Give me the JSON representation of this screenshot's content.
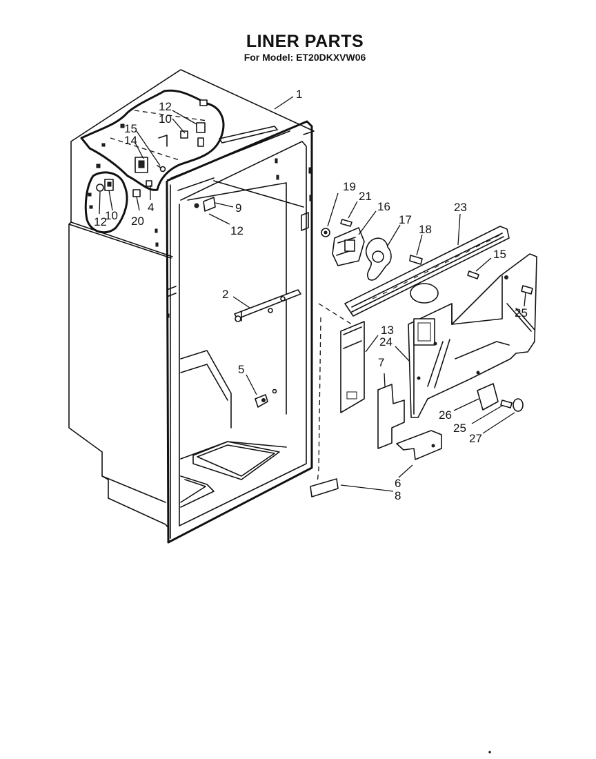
{
  "header": {
    "title": "LINER PARTS",
    "subtitle": "For Model: ET20DKXVW06"
  },
  "callouts": {
    "c1": "1",
    "c12a": "12",
    "c10a": "10",
    "c15a": "15",
    "c14": "14",
    "c4": "4",
    "c12b": "12",
    "c10b": "10",
    "c20": "20",
    "c9": "9",
    "c12c": "12",
    "c2": "2",
    "c5": "5",
    "c19": "19",
    "c21": "21",
    "c16": "16",
    "c17": "17",
    "c18": "18",
    "c23": "23",
    "c15b": "15",
    "c25a": "25",
    "c13": "13",
    "c24": "24",
    "c7": "7",
    "c26": "26",
    "c25b": "25",
    "c27": "27",
    "c6": "6",
    "c8": "8"
  }
}
